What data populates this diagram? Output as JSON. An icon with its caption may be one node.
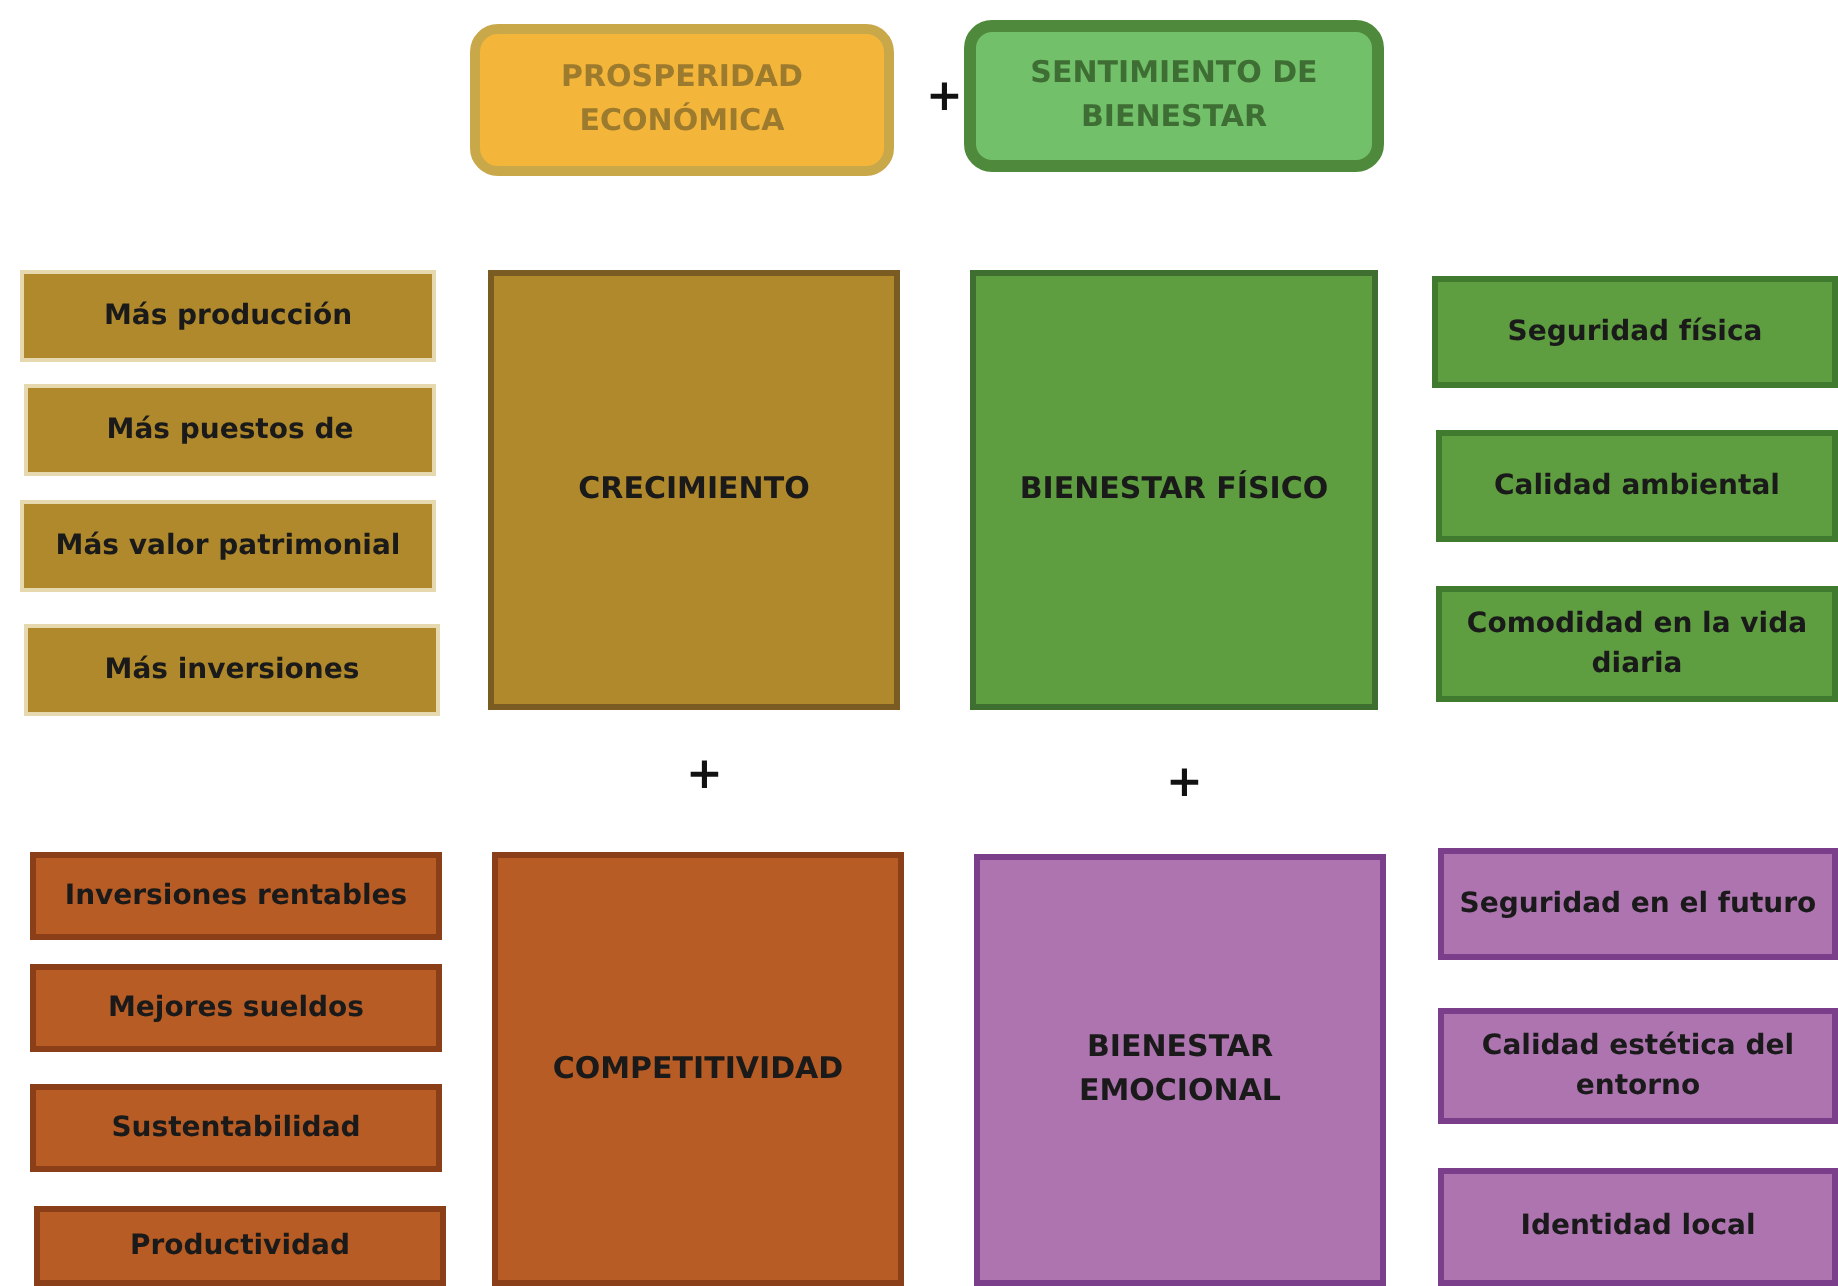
{
  "diagram": {
    "nodes": [
      {
        "text": [
          "PROSPERIDAD ECONÓMICA"
        ]
      },
      {
        "text": [
          "SENTIMIENTO DE BIENESTAR"
        ]
      },
      {
        "text": [
          "Más producción"
        ]
      },
      {
        "text": [
          "Más puestos de"
        ]
      },
      {
        "text": [
          "Más valor patrimonial"
        ]
      },
      {
        "text": [
          "Más inversiones"
        ]
      },
      {
        "text": [
          "CRECIMIENTO"
        ]
      },
      {
        "text": [
          "BIENESTAR FÍSICO"
        ]
      },
      {
        "text": [
          "Seguridad física"
        ]
      },
      {
        "text": [
          "Calidad ambiental"
        ]
      },
      {
        "text": [
          "Comodidad en la vida diaria"
        ]
      },
      {
        "text": [
          "Inversiones rentables"
        ]
      },
      {
        "text": [
          "Mejores sueldos"
        ]
      },
      {
        "text": [
          "Sustentabilidad"
        ]
      },
      {
        "text": [
          "Productividad"
        ]
      },
      {
        "text": [
          "COMPETITIVIDAD"
        ]
      },
      {
        "text": [
          "BIENESTAR EMOCIONAL"
        ]
      },
      {
        "text": [
          "Seguridad en el futuro"
        ]
      },
      {
        "text": [
          "Calidad estética del entorno"
        ]
      },
      {
        "text": [
          "Identidad local"
        ]
      }
    ],
    "labels": [
      "+",
      "+",
      "+"
    ]
  }
}
